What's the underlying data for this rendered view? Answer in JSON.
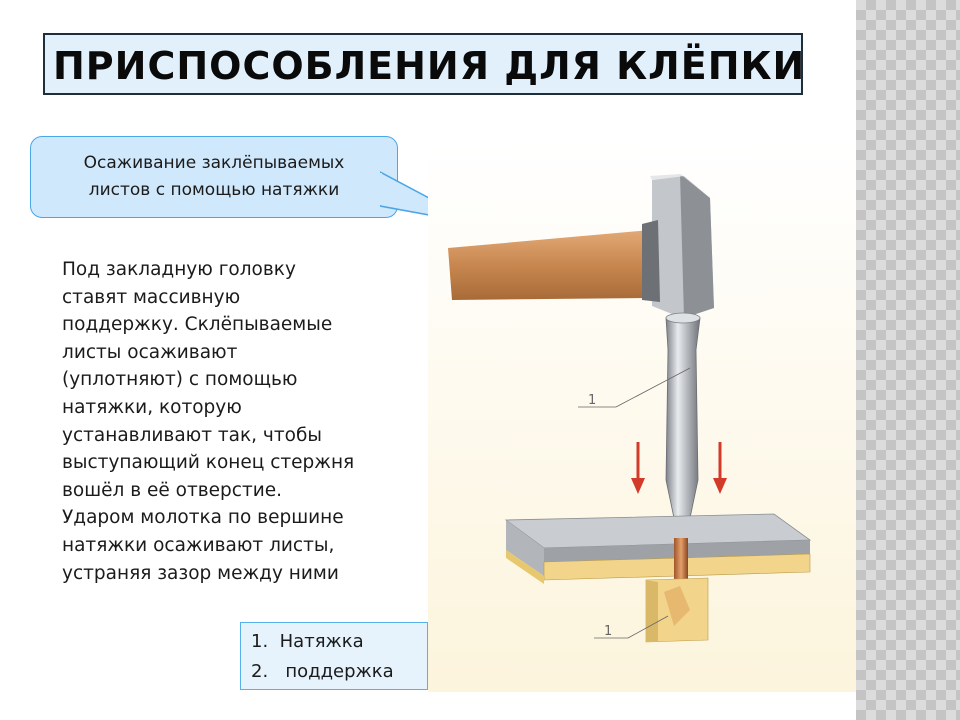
{
  "slide": {
    "title": "ПРИСПОСОБЛЕНИЯ ДЛЯ КЛЁПКИ",
    "callout": [
      "Осаживание заклёпываемых",
      "листов с помощью натяжки"
    ],
    "body_lines": [
      "Под закладную головку",
      "ставят массивную",
      "поддержку. Склёпываемые",
      "листы осаживают",
      "(уплотняют) с помощью",
      "натяжки, которую",
      "устанавливают так, чтобы",
      "выступающий конец стержня",
      "вошёл в её отверстие.",
      "Ударом молотка по вершине",
      "натяжки осаживают листы,",
      "устраняя зазор между ними"
    ],
    "legend": [
      {
        "num": "1.",
        "label": "Натяжка"
      },
      {
        "num": "2.",
        "label": " поддержка"
      }
    ],
    "illustration": {
      "label_tool": "1",
      "label_support": "1",
      "colors": {
        "handle": "#c98a55",
        "steel": "#a8acb2",
        "wood": "#f2d58a",
        "arrow": "#d23b2a",
        "bg": "#fdf8e8"
      }
    }
  }
}
